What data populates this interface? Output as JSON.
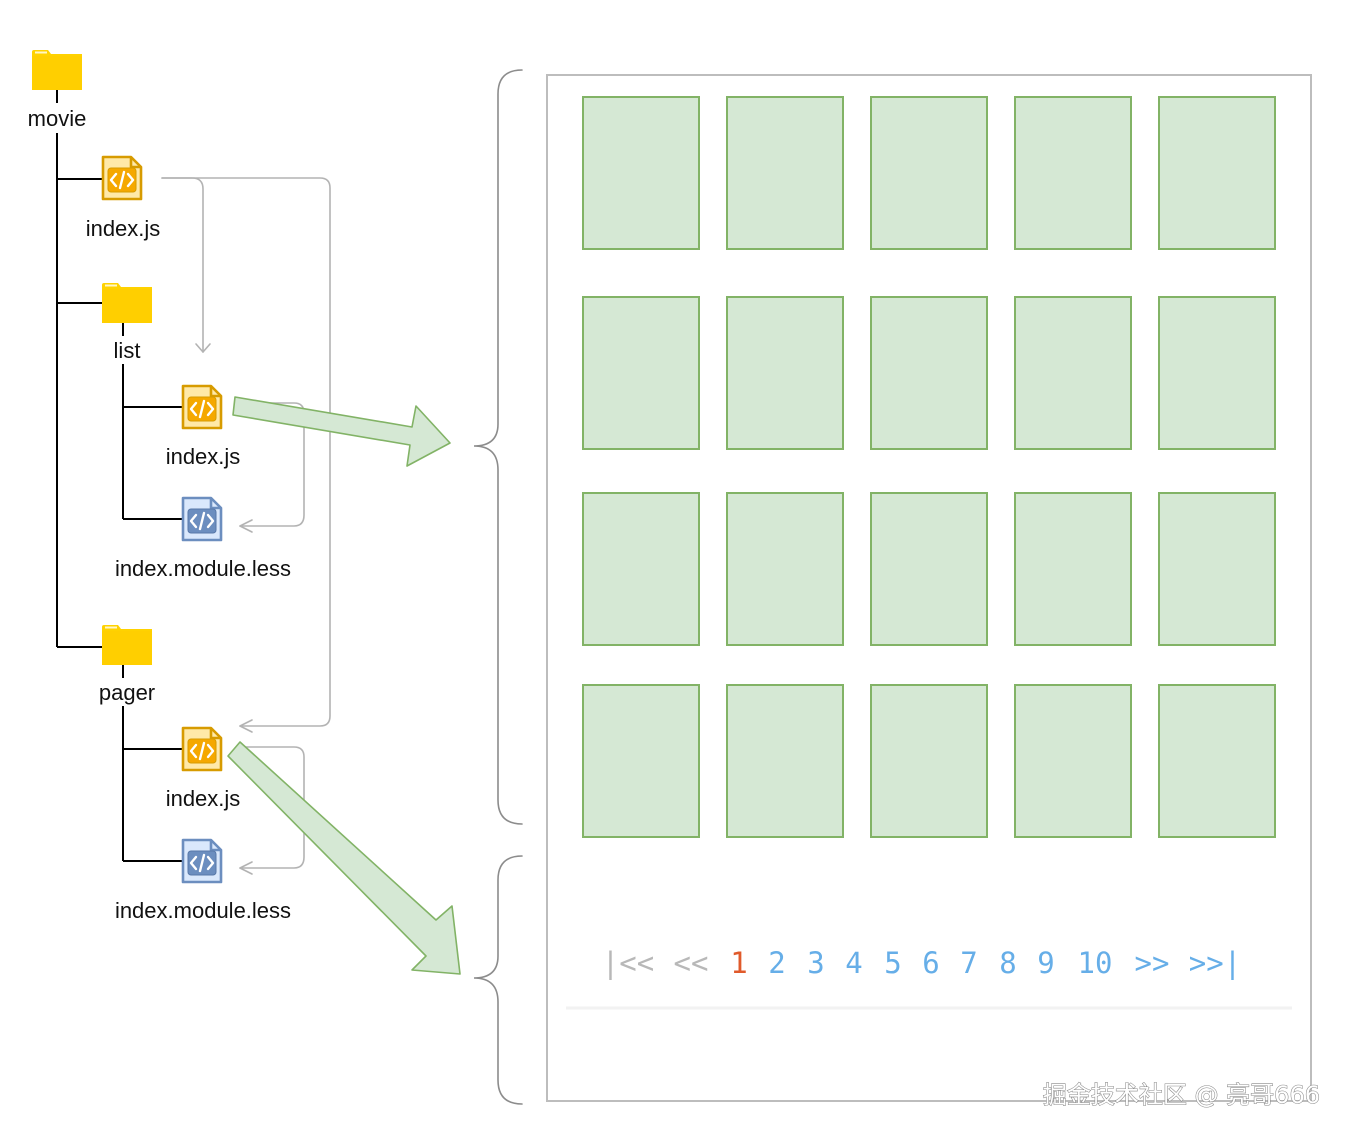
{
  "tree": {
    "root": {
      "label": "movie",
      "icon": "folder-icon"
    },
    "root_index": {
      "label": "index.js",
      "icon": "js-file-icon"
    },
    "list_folder": {
      "label": "list",
      "icon": "folder-icon"
    },
    "list_index": {
      "label": "index.js",
      "icon": "js-file-icon"
    },
    "list_less": {
      "label": "index.module.less",
      "icon": "less-file-icon"
    },
    "pager_folder": {
      "label": "pager",
      "icon": "folder-icon"
    },
    "pager_index": {
      "label": "index.js",
      "icon": "js-file-icon"
    },
    "pager_less": {
      "label": "index.module.less",
      "icon": "less-file-icon"
    }
  },
  "grid": {
    "rows": 4,
    "cols": 5
  },
  "pager": {
    "items": [
      "|<<",
      "<<",
      "1",
      "2",
      "3",
      "4",
      "5",
      "6",
      "7",
      "8",
      "9",
      "10",
      ">>",
      ">>|"
    ],
    "active": "1"
  },
  "watermark": "掘金技术社区 @ 亮哥666",
  "colors": {
    "folder": "#ffd200",
    "js_icon": "#d79b00",
    "js_icon_fill": "#ffe59a",
    "less_icon": "#6c8ebf",
    "less_icon_fill": "#dae8fc",
    "card_fill": "#d5e8d4",
    "card_stroke": "#82b366",
    "tree_line": "#000000",
    "connector": "#b3b3b3",
    "page_active": "#e05a2b",
    "page_link": "#66aee8",
    "page_disabled": "#b8b8b8"
  }
}
